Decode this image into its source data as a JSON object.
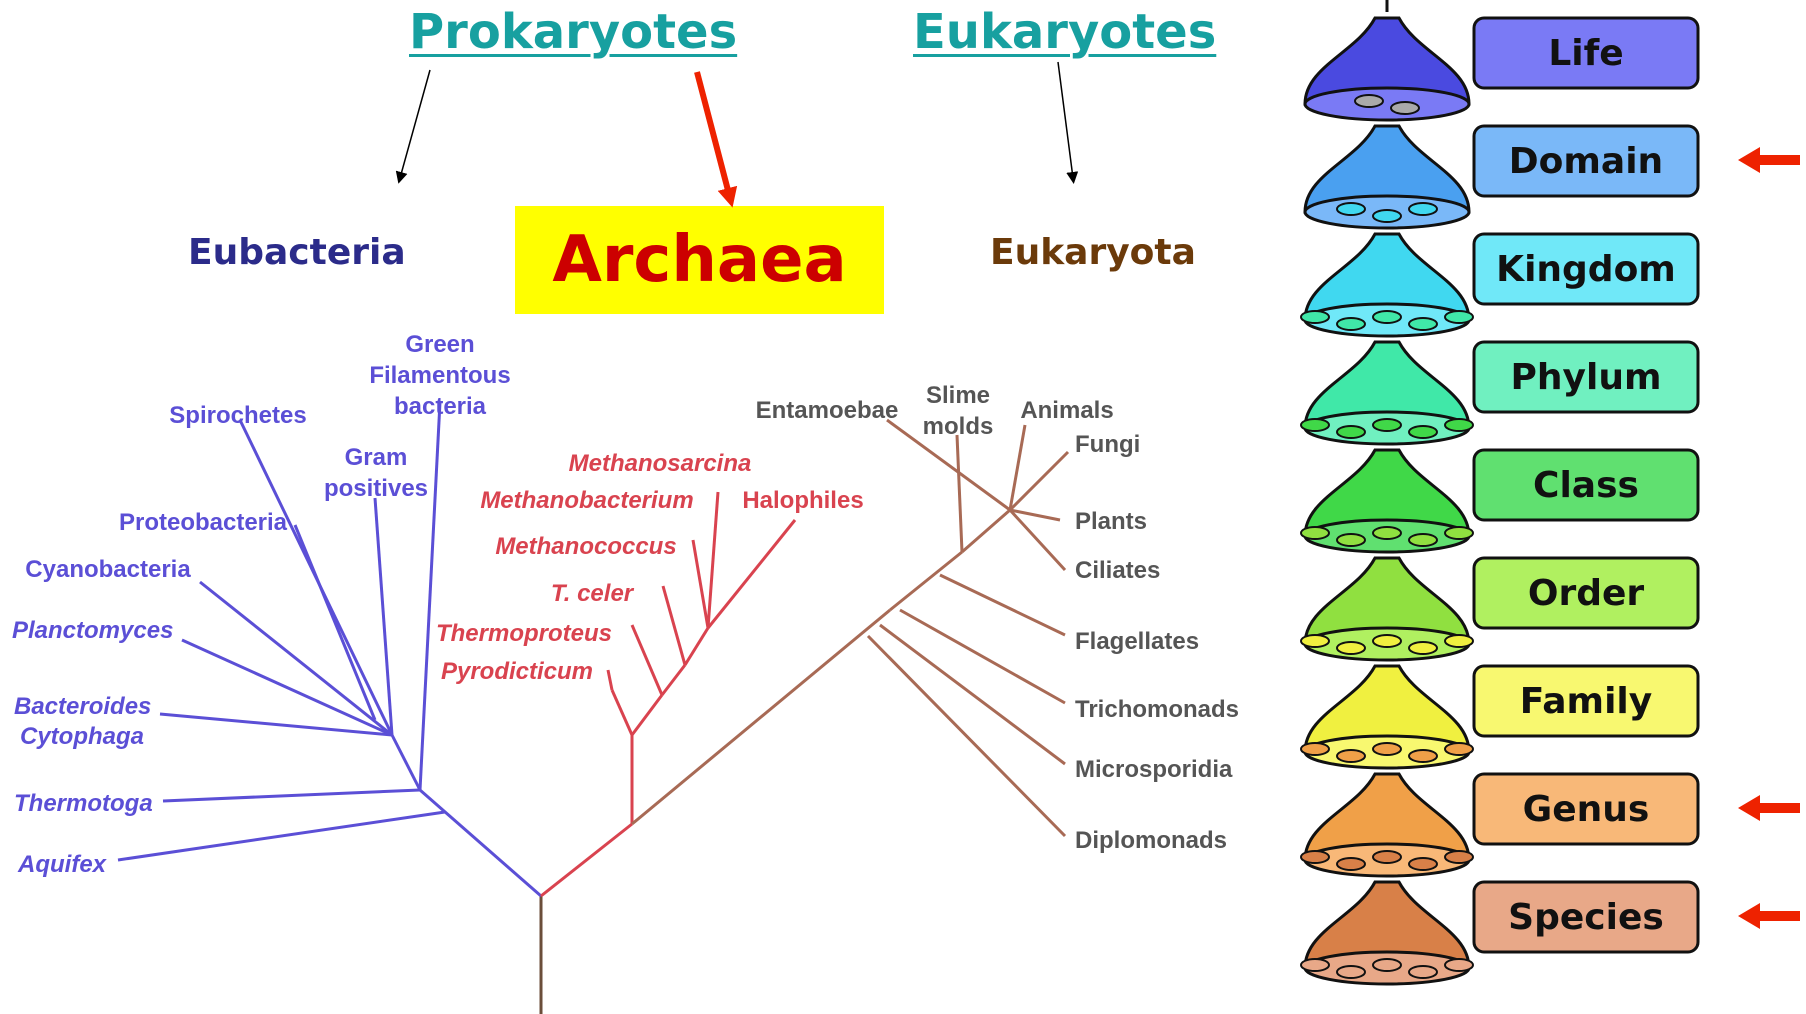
{
  "headers": {
    "prokaryotes": "Prokaryotes",
    "eukaryotes": "Eukaryotes"
  },
  "categories": {
    "eubacteria": "Eubacteria",
    "archaea": "Archaea",
    "eukaryota": "Eukaryota"
  },
  "tree": {
    "bacteria": [
      "Green",
      "Filamentous",
      "bacteria",
      "Spirochetes",
      "Gram",
      "positives",
      "Proteobacteria",
      "Cyanobacteria",
      "Planctomyces",
      "Bacteroides",
      "Cytophaga",
      "Thermotoga",
      "Aquifex"
    ],
    "archaea": [
      "Methanosarcina",
      "Methanobacterium",
      "Halophiles",
      "Methanococcus",
      "T. celer",
      "Thermoproteus",
      "Pyrodicticum"
    ],
    "eukarya": [
      "Entamoebae",
      "Slime",
      "molds",
      "Animals",
      "Fungi",
      "Plants",
      "Ciliates",
      "Flagellates",
      "Trichomonads",
      "Microsporidia",
      "Diplomonads"
    ]
  },
  "hierarchy": [
    "Life",
    "Domain",
    "Kingdom",
    "Phylum",
    "Class",
    "Order",
    "Family",
    "Genus",
    "Species"
  ],
  "colors": {
    "header": "#17a0a0",
    "eubacteria": "#2b2b8a",
    "archaea_text": "#cc0000",
    "archaea_bg": "#ffff00",
    "eukaryota": "#6b3a0a",
    "bacteria_branch": "#5b4fd6",
    "archaea_branch": "#d9434f",
    "eukarya_branch": "#a86a55",
    "eukarya_label": "#555555",
    "arrow_red": "#ee2200",
    "levels": [
      "#4a4ae0",
      "#4aa0f0",
      "#40d8f0",
      "#40e8a8",
      "#40d848",
      "#90e040",
      "#f0f040",
      "#f0a048",
      "#d88048"
    ],
    "level_boxes": [
      "#7a7af5",
      "#7ab8f8",
      "#70e8f8",
      "#70f0c0",
      "#60e070",
      "#b0f060",
      "#f8f870",
      "#f8b878",
      "#e8a888"
    ]
  },
  "markers": {
    "red_arrow_levels": [
      "Domain",
      "Genus",
      "Species"
    ]
  }
}
